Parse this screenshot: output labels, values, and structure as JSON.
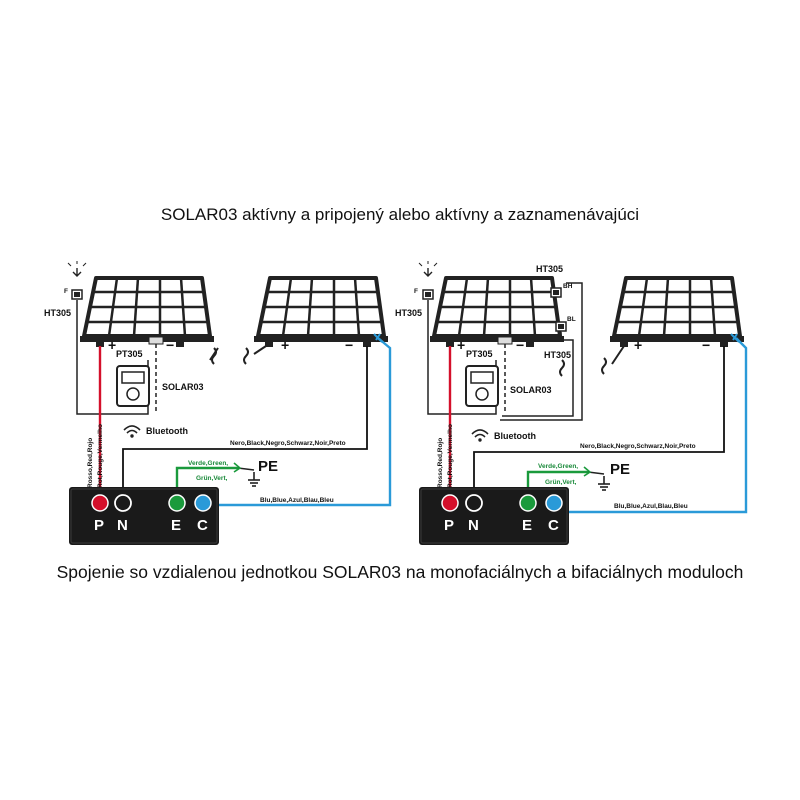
{
  "captions": {
    "top": "SOLAR03 aktívny a pripojený alebo aktívny a zaznamenávajúci",
    "bottom": "Spojenie so vzdialenou jednotkou SOLAR03 na monofaciálnych a bifaciálnych moduloch"
  },
  "labels": {
    "ht305": "HT305",
    "pt305": "PT305",
    "solar03": "SOLAR03",
    "bluetooth": "Bluetooth",
    "f": "F",
    "bh": "BH",
    "bl": "BL",
    "black_wire": "Nero,Black,Negro,Schwarz,Noir,Preto",
    "red_wire": "Rosso,Red,Rojo",
    "red_wire2": "Rot,Rouge,Vermelho",
    "green_wire": "Verde,Green,",
    "green_wire2": "Grün,Vert,",
    "blue_wire": "Blu,Blue,Azul,Blau,Bleu",
    "pe": "PE",
    "plus": "+",
    "minus": "−",
    "term_p": "P",
    "term_n": "N",
    "term_e": "E",
    "term_c": "C"
  },
  "colors": {
    "red": "#d4102b",
    "green": "#1a9a3c",
    "blue": "#2a9ad8",
    "black": "#111111",
    "panel_frame": "#222222"
  }
}
